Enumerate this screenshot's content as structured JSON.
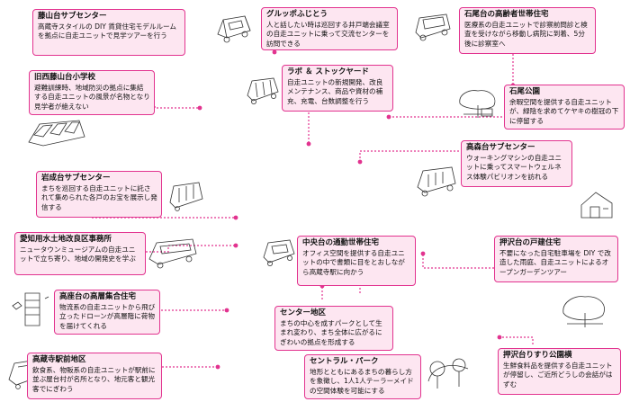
{
  "colors": {
    "accent": "#e2338f",
    "box_fill": "#fde6f1",
    "ink": "#333333"
  },
  "boxes": {
    "fujiyama_center": {
      "title": "藤山台サブセンター",
      "desc": "高蔵寺スタイルの DIY 賃貸住宅モデルルームを拠点に自走ユニットで見学ツアーを行う"
    },
    "group_fujitou": {
      "title": "グルッポふじとう",
      "desc": "人と話したい時は巡回する井戸端会議室の自走ユニットに乗って交流センターを訪問できる"
    },
    "ishiodai_elderly": {
      "title": "石尾台の高齢者世帯住宅",
      "desc": "医療系の自走ユニットで診察前問診と検査を受けながら移動し病院に到着、5分後に診察室へ"
    },
    "old_fujiyama_school": {
      "title": "旧西藤山台小学校",
      "desc": "避難訓練時、地域防災の拠点に集結する自走ユニットの風景が名物となり見学者が絶えない"
    },
    "lab_stockyard": {
      "title": "ラボ ＆ ストックヤード",
      "desc": "自走ユニットの新規開発、改良メンテナンス、商品や資材の補充、充電、台数調整を行う"
    },
    "ishio_park": {
      "title": "石尾公園",
      "desc": "余暇空間を提供する自走ユニットが、緑陰を求めてケヤキの樹冠の下に停留する"
    },
    "takamori_center": {
      "title": "高森台サブセンター",
      "desc": "ウォーキングマシンの自走ユニットに乗ってスマートウェルネス体験パビリオンを訪れる"
    },
    "iwanari_center": {
      "title": "岩成台サブセンター",
      "desc": "まちを巡回する自走ユニットに託されて集められた各戸のお宝を展示し発信する"
    },
    "aichi_water": {
      "title": "愛知用水土地改良区事務所",
      "desc": "ニュータウンミュージアムの自走ユニットで立ち寄り、地域の開発史を学ぶ"
    },
    "chuodai_commuter": {
      "title": "中央台の通勤世帯住宅",
      "desc": "オフィス空間を提供する自走ユニットの中で書類に目をとおしながら高蔵寺駅に向かう"
    },
    "oshizawa_house": {
      "title": "押沢台の戸建住宅",
      "desc": "不要になった自宅駐車場を DIY で改造した雨庭、自走ユニットによるオープンガーデンツアー"
    },
    "takakura_highrise": {
      "title": "高座台の高層集合住宅",
      "desc": "物流系の自走ユニットから飛び立ったドローンが高層階に荷物を届けてくれる"
    },
    "center_district": {
      "title": "センター地区",
      "desc": "まちの中心を成すパークとして生まれ変わり、まち全体に広がるにぎわいの拠点を形成する"
    },
    "station_front": {
      "title": "高蔵寺駅前地区",
      "desc": "飲食系、物販系の自走ユニットが駅前に並ぶ屋台村が名所となり、地元客と観光客でにぎわう"
    },
    "central_park": {
      "title": "セントラル・パーク",
      "desc": "地形とともにあるまちの暮らし方を象徴し、1人1人テーラーメイドの空間体験を可能にする"
    },
    "oshizawa_rinyu": {
      "title": "押沢台りすり公園横",
      "desc": "生鮮食料品を提供する自走ユニットが停留し、ご近所どうしの会話がはずむ"
    }
  }
}
